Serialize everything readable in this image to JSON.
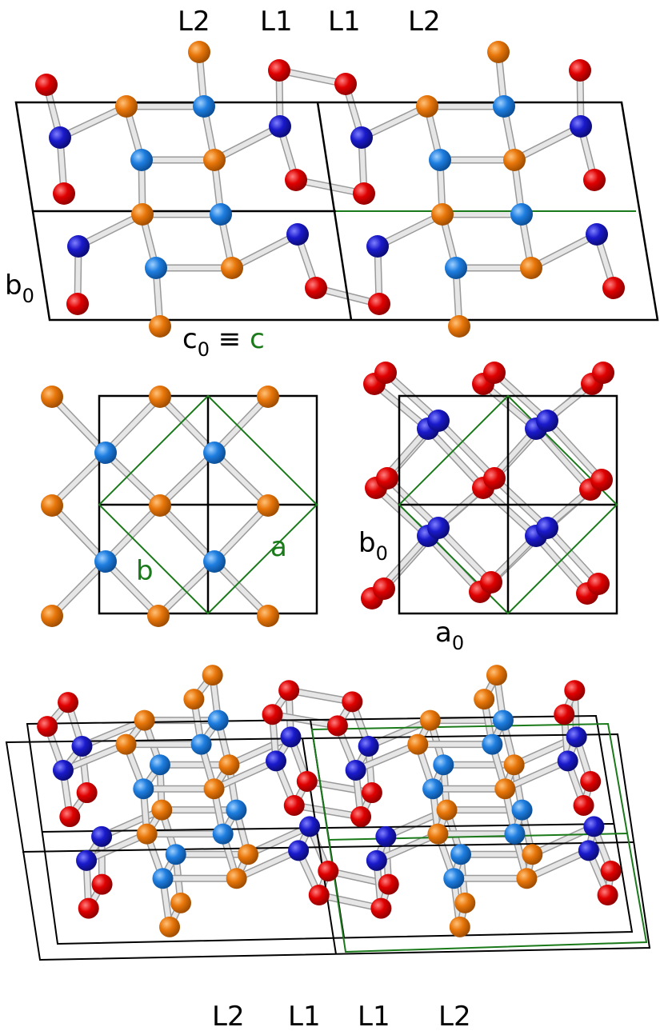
{
  "layer_labels_top": [
    "L2",
    "L1",
    "L1",
    "L2"
  ],
  "layer_labels_bottom": [
    "L2",
    "L1",
    "L1",
    "L2"
  ],
  "axis_b0": {
    "base": "b",
    "sub": "0"
  },
  "axis_c0": {
    "base": "c",
    "sub": "0",
    "equiv": " ≡ ",
    "c": "c"
  },
  "axis_b0_mid": {
    "base": "b",
    "sub": "0"
  },
  "axis_a0_mid": {
    "base": "a",
    "sub": "0"
  },
  "label_b": "b",
  "label_a": "a",
  "colors": {
    "red_atom": "#e00000",
    "orange_atom": "#e8760a",
    "blue_dark_atom": "#1a1acc",
    "blue_light_atom": "#1e7ee0",
    "bond": "#cccccc",
    "cell": "#000000",
    "green_cell": "#1a7a1a"
  },
  "atom_types": [
    "red-atom",
    "orange-atom",
    "dark-blue-atom",
    "light-blue-atom"
  ]
}
